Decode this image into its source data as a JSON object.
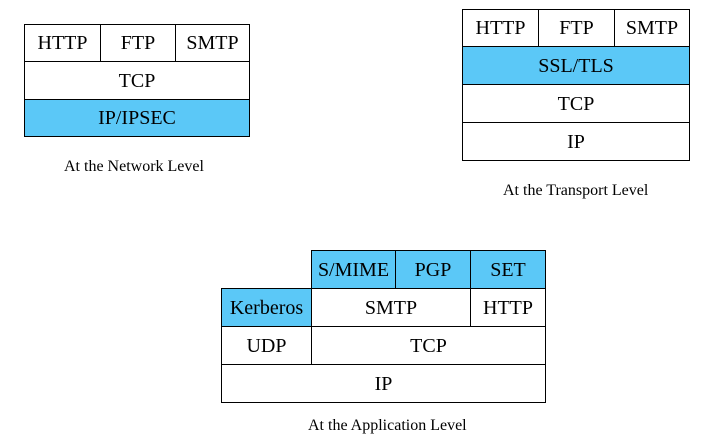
{
  "colors": {
    "highlight": "#5bc8f7",
    "border": "#000000",
    "background": "#ffffff"
  },
  "network_level": {
    "caption": "At the Network Level",
    "row1": [
      "HTTP",
      "FTP",
      "SMTP"
    ],
    "row2": "TCP",
    "row3": "IP/IPSEC"
  },
  "transport_level": {
    "caption": "At the Transport Level",
    "row1": [
      "HTTP",
      "FTP",
      "SMTP"
    ],
    "row2": "SSL/TLS",
    "row3": "TCP",
    "row4": "IP"
  },
  "application_level": {
    "caption": "At the Application Level",
    "row1": [
      "S/MIME",
      "PGP",
      "SET"
    ],
    "row2": [
      "Kerberos",
      "SMTP",
      "HTTP"
    ],
    "row3": [
      "UDP",
      "TCP"
    ],
    "row4": "IP"
  }
}
